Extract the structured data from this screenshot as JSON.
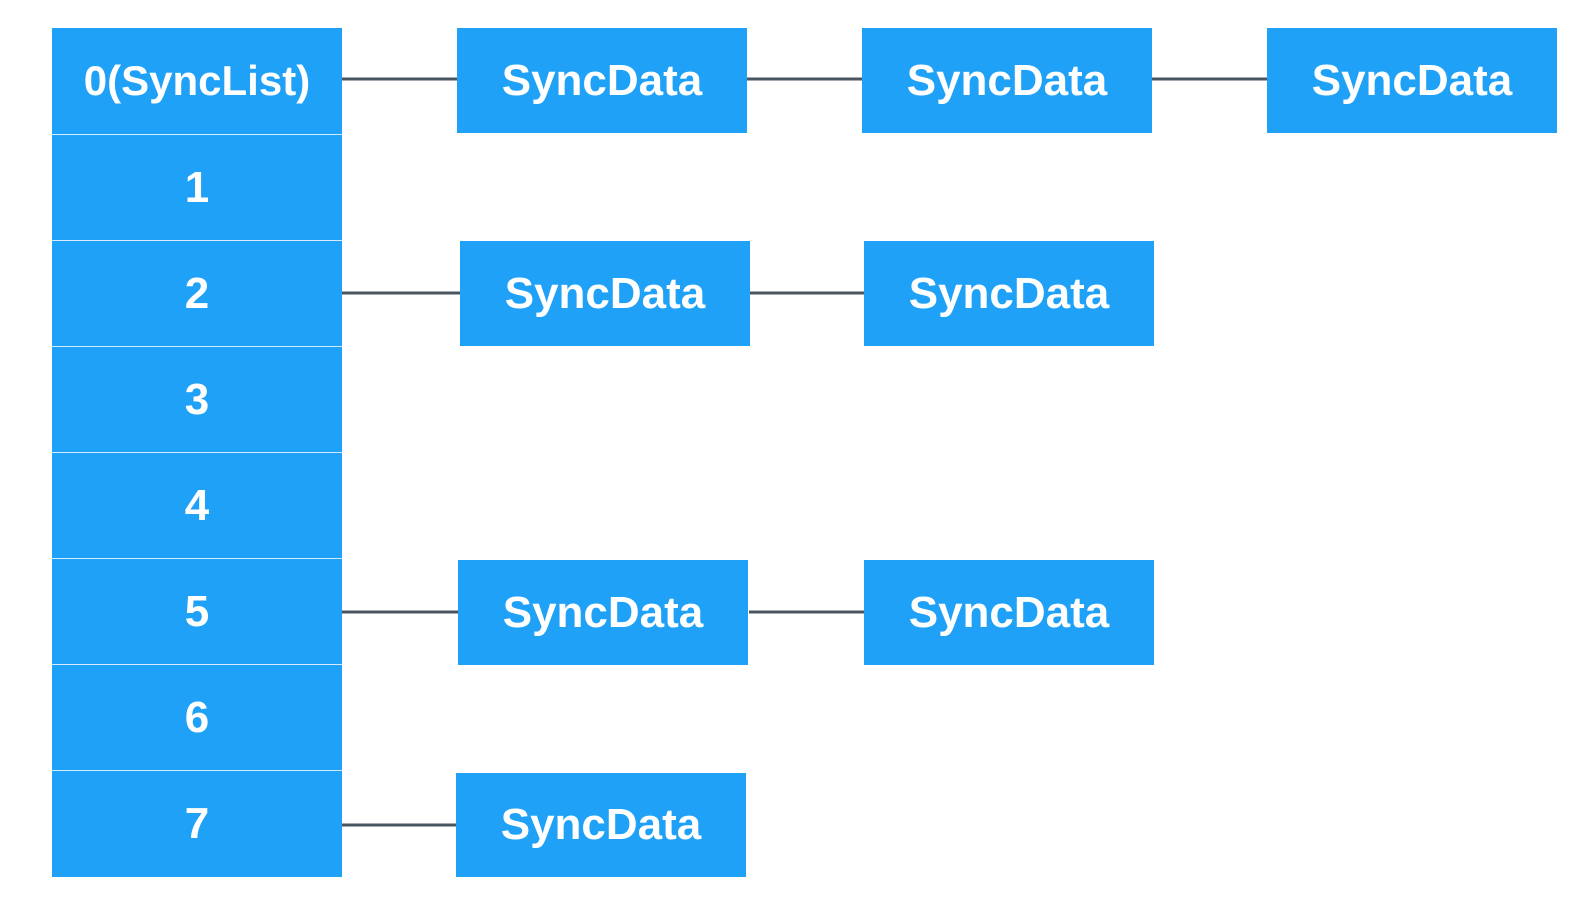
{
  "table": {
    "slots": [
      {
        "label": "0(SyncList)"
      },
      {
        "label": "1"
      },
      {
        "label": "2"
      },
      {
        "label": "3"
      },
      {
        "label": "4"
      },
      {
        "label": "5"
      },
      {
        "label": "6"
      },
      {
        "label": "7"
      }
    ]
  },
  "chains": [
    {
      "slot": 0,
      "nodes": [
        "SyncData",
        "SyncData",
        "SyncData"
      ]
    },
    {
      "slot": 2,
      "nodes": [
        "SyncData",
        "SyncData"
      ]
    },
    {
      "slot": 5,
      "nodes": [
        "SyncData",
        "SyncData"
      ]
    },
    {
      "slot": 7,
      "nodes": [
        "SyncData"
      ]
    }
  ],
  "colors": {
    "box_fill": "#1ea1f7",
    "box_text": "#ffffff",
    "connector": "#4a5560",
    "background": "#ffffff"
  }
}
